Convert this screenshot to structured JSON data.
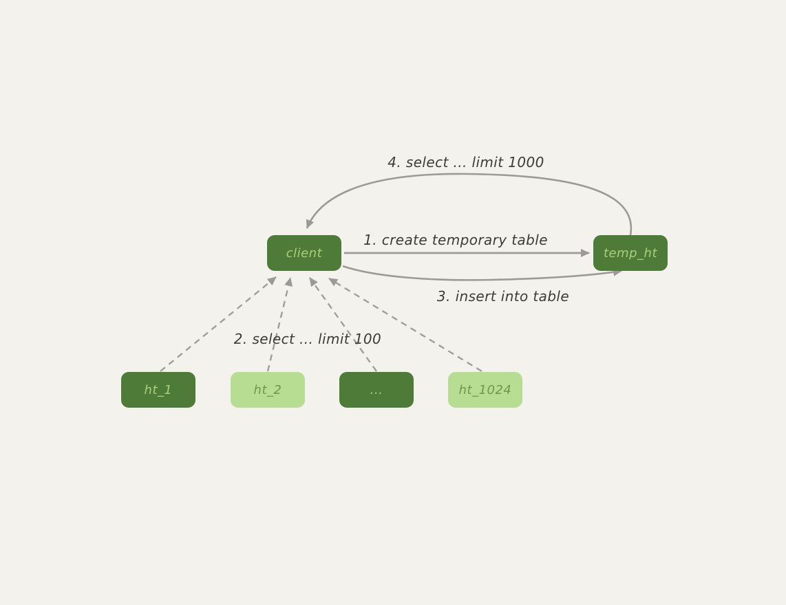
{
  "diagram": {
    "background": "#f4f2ec",
    "nodes": [
      {
        "id": "client",
        "label": "client",
        "variant": "dark"
      },
      {
        "id": "temp_ht",
        "label": "temp_ht",
        "variant": "dark"
      },
      {
        "id": "ht_1",
        "label": "ht_1",
        "variant": "dark"
      },
      {
        "id": "ht_2",
        "label": "ht_2",
        "variant": "light"
      },
      {
        "id": "ellipsis",
        "label": "...",
        "variant": "dark"
      },
      {
        "id": "ht_1024",
        "label": "ht_1024",
        "variant": "light"
      }
    ],
    "edges": [
      {
        "id": "create-temporary-table",
        "label": "1. create temporary table",
        "from": "client",
        "to": "temp_ht",
        "style": "solid"
      },
      {
        "id": "select-limit-100",
        "label": "2. select ... limit 100",
        "from": "ht_shards",
        "to": "client",
        "style": "dashed"
      },
      {
        "id": "insert-into-table",
        "label": "3. insert into table",
        "from": "client",
        "to": "temp_ht",
        "style": "solid"
      },
      {
        "id": "select-limit-1000",
        "label": "4. select ... limit 1000",
        "from": "temp_ht",
        "to": "client",
        "style": "solid"
      }
    ],
    "colors": {
      "node_dark": "#4f7b38",
      "node_light": "#b6dd92",
      "node_text_on_dark": "#a9cf80",
      "node_text_on_light": "#6e9650",
      "arrow": "#9a9a96",
      "label_text": "#3c3c37",
      "background": "#f4f2ec"
    }
  }
}
